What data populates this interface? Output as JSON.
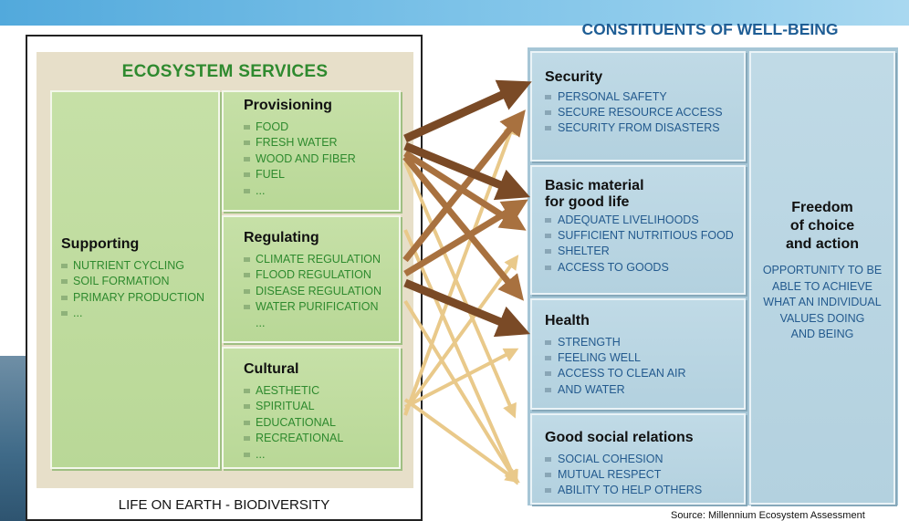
{
  "ecosystem_services": {
    "title": "ECOSYSTEM SERVICES",
    "supporting": {
      "heading": "Supporting",
      "items": [
        "NUTRIENT CYCLING",
        "SOIL FORMATION",
        "PRIMARY PRODUCTION",
        "..."
      ]
    },
    "provisioning": {
      "heading": "Provisioning",
      "items": [
        "FOOD",
        "FRESH WATER",
        "WOOD AND FIBER",
        "FUEL",
        "..."
      ]
    },
    "regulating": {
      "heading": "Regulating",
      "items": [
        "CLIMATE REGULATION",
        "FLOOD REGULATION",
        "DISEASE REGULATION",
        "WATER PURIFICATION"
      ],
      "more": "..."
    },
    "cultural": {
      "heading": "Cultural",
      "items": [
        "AESTHETIC",
        "SPIRITUAL",
        "EDUCATIONAL",
        "RECREATIONAL",
        "..."
      ]
    }
  },
  "life_on_earth": "LIFE ON EARTH - BIODIVERSITY",
  "well_being": {
    "title": "CONSTITUENTS OF WELL-BEING",
    "security": {
      "heading": "Security",
      "items": [
        "PERSONAL SAFETY",
        "SECURE RESOURCE ACCESS",
        "SECURITY FROM DISASTERS"
      ]
    },
    "basic_material": {
      "heading_line1": "Basic material",
      "heading_line2": "for good life",
      "items": [
        "ADEQUATE LIVELIHOODS",
        "SUFFICIENT NUTRITIOUS FOOD",
        "SHELTER",
        "ACCESS TO GOODS"
      ]
    },
    "health": {
      "heading": "Health",
      "items": [
        "STRENGTH",
        "FEELING WELL",
        "ACCESS TO CLEAN AIR",
        "AND WATER"
      ]
    },
    "social": {
      "heading": "Good social relations",
      "items": [
        "SOCIAL COHESION",
        "MUTUAL RESPECT",
        "ABILITY TO HELP OTHERS"
      ]
    },
    "freedom": {
      "heading_line1": "Freedom",
      "heading_line2": "of choice",
      "heading_line3": "and action",
      "text_lines": [
        "OPPORTUNITY TO BE",
        "ABLE TO ACHIEVE",
        "WHAT AN INDIVIDUAL",
        "VALUES DOING",
        "AND BEING"
      ]
    }
  },
  "source": "Source: Millennium Ecosystem Assessment",
  "colors": {
    "arrow_dark": "#7a4a26",
    "arrow_medium": "#a8713f",
    "arrow_light": "#e9c98a",
    "green_text": "#2e8a2e",
    "blue_text": "#235a8e"
  }
}
